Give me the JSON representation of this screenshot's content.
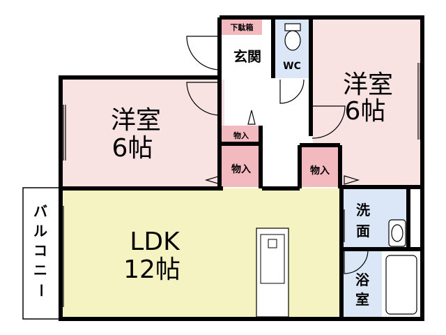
{
  "rooms": {
    "western_left": {
      "name": "洋室",
      "size": "6帖"
    },
    "western_right": {
      "name": "洋室",
      "size": "6帖"
    },
    "ldk": {
      "name": "LDK",
      "size": "12帖"
    },
    "entrance": "玄関",
    "shoe_box": "下駄箱",
    "wc": "WC",
    "storage_small": "物入",
    "storage_left": "物入",
    "storage_right": "物入",
    "washroom": [
      "洗",
      "面"
    ],
    "bathroom": [
      "浴",
      "室"
    ],
    "balcony": [
      "バ",
      "ル",
      "コ",
      "ニ",
      "ー"
    ]
  },
  "colors": {
    "western_fill": "#f8e2e2",
    "ldk_fill": "#f6f3c2",
    "wet_area_fill": "#dbe7f7",
    "storage_fill": "#f2b9be",
    "wall": "#000000"
  }
}
